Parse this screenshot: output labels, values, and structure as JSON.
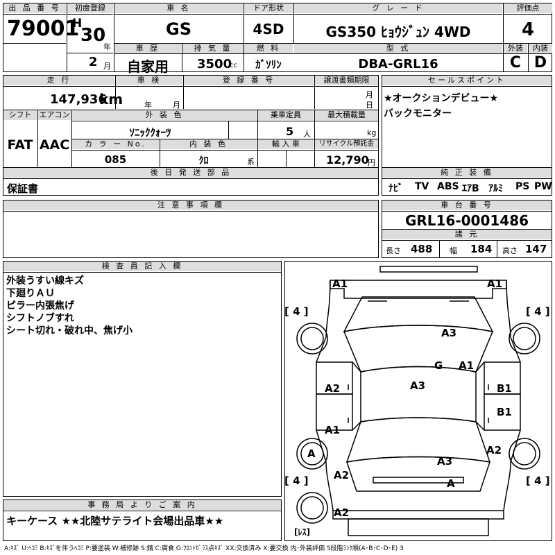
{
  "top": {
    "lot_label": "出 品 番 号",
    "lot": "79001",
    "reg_label": "初度登録",
    "era": "H",
    "year": "30",
    "year_unit": "年",
    "month": "2",
    "month_unit": "月",
    "name_label": "車 名",
    "name": "GS",
    "doors_label": "ドア形状",
    "doors": "4SD",
    "grade_label": "グ レ ー ド",
    "grade": "GS350 ﾋｮｳｼﾞｭﾝ 4WD",
    "score_label": "評価点",
    "score": "4",
    "history_label": "車 歴",
    "history": "自家用",
    "disp_label": "排 気 量",
    "disp": "3500",
    "disp_unit": "cc",
    "fuel_label": "燃 料",
    "fuel": "ｶﾞｿﾘﾝ",
    "model_label": "型 式",
    "model": "DBA-GRL16",
    "ext_label": "外装",
    "ext": "C",
    "int_label": "内装",
    "int": "D"
  },
  "mid": {
    "mileage_label": "走 行",
    "mileage": "147,936",
    "mileage_unit": "km",
    "inspect_label": "車 検",
    "inspect_y": "年",
    "inspect_m": "月",
    "plate_label": "登 録 番 号",
    "transfer_label": "譲渡書類期限",
    "transfer_d": "日",
    "transfer_m": "月",
    "shift_label": "シフト",
    "shift": "FAT",
    "ac_label": "エアコン",
    "ac": "AAC",
    "color_label": "外 装 色",
    "color": "ｿﾆｯｸｸｫｰﾂ",
    "cap_label": "乗車定員",
    "cap": "5",
    "cap_unit": "人",
    "load_label": "最大積載量",
    "load_unit": "kg",
    "colorno_label": "カ ラ ー No.",
    "colorno": "085",
    "intcol_label": "内 装 色",
    "intcol": "ｸﾛ",
    "intcol_unit": "系",
    "import_label": "輸 入 車",
    "recycle_label": "リサイクル預託金",
    "recycle": "12,790",
    "recycle_unit": "円",
    "later_label": "後 日 発 送 部 品",
    "later": "保証書",
    "sales_label": "セールスポイント",
    "sales": [
      "★オークションデビュー★",
      "バックモニター"
    ],
    "equip_label": "純 正 装 備",
    "equip": [
      "ﾅﾋﾞ",
      "TV",
      "ABS",
      "ｴｱB",
      "ｱﾙﾐ",
      "PS",
      "PW"
    ],
    "caution_label": "注 意 事 項 欄",
    "chassis_label": "車 台 番 号",
    "chassis": "GRL16-0001486",
    "dims_label": "諸 元",
    "length_label": "長さ",
    "length": "488",
    "width_label": "幅",
    "width": "184",
    "height_label": "高さ",
    "height": "147"
  },
  "inspector": {
    "label": "検 査 員 記 入 欄",
    "notes": [
      "外装うすい線キズ",
      "下廻りＡＵ",
      "ピラー内張焦げ",
      "シフトノブすれ",
      "シート切れ・破れ中、焦げ小"
    ]
  },
  "office": {
    "label": "事 務 局 よ り ご 案 内",
    "text": "キーケース ★★北陸サテライト会場出品車★★"
  },
  "diagram": {
    "marks": [
      "A1",
      "A1",
      "A3",
      "G",
      "A1",
      "A2",
      "A3",
      "B1",
      "B1",
      "A1",
      "A",
      "A3",
      "A2",
      "A2",
      "A",
      "A2"
    ],
    "tires": [
      "[ 4 ]",
      "[ 4 ]",
      "[ 4 ]",
      "[ 4 ]"
    ],
    "spare": "[ﾚｽ]"
  },
  "legend": "A:ｷｽﾞ U:ﾍｺﾐ B:ｷｽﾞを伴うﾍｺﾐ P:要塗装 W:補修跡 S:錆 C:腐食 G:ﾌﾛﾝﾄｶﾞﾗｽ点ｷｽﾞ XX:交換済み X:要交換  内･外装評価 5段階ﾗﾝｸ順(A･B･C･D･E) 3"
}
